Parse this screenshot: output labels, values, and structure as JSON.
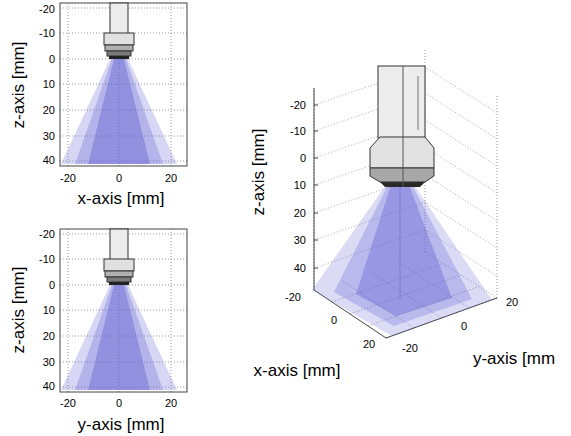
{
  "diagram": {
    "labels": [
      "-20",
      "-10",
      "0",
      "10",
      "20",
      "30",
      "40",
      "z-axis [mm]",
      "-20",
      "0",
      "20",
      "x-axis [mm]",
      "-20",
      "-10",
      "0",
      "10",
      "20",
      "30",
      "40",
      "z-axis [mm]",
      "-20",
      "0",
      "20",
      "y-axis [mm]",
      "-20",
      "-10",
      "0",
      "10",
      "20",
      "30",
      "40",
      "z-axis [mm]",
      "-20",
      "0",
      "20",
      "20",
      "0",
      "-20",
      "x-axis [mm]",
      "y-axis [mm"
    ]
  }
}
